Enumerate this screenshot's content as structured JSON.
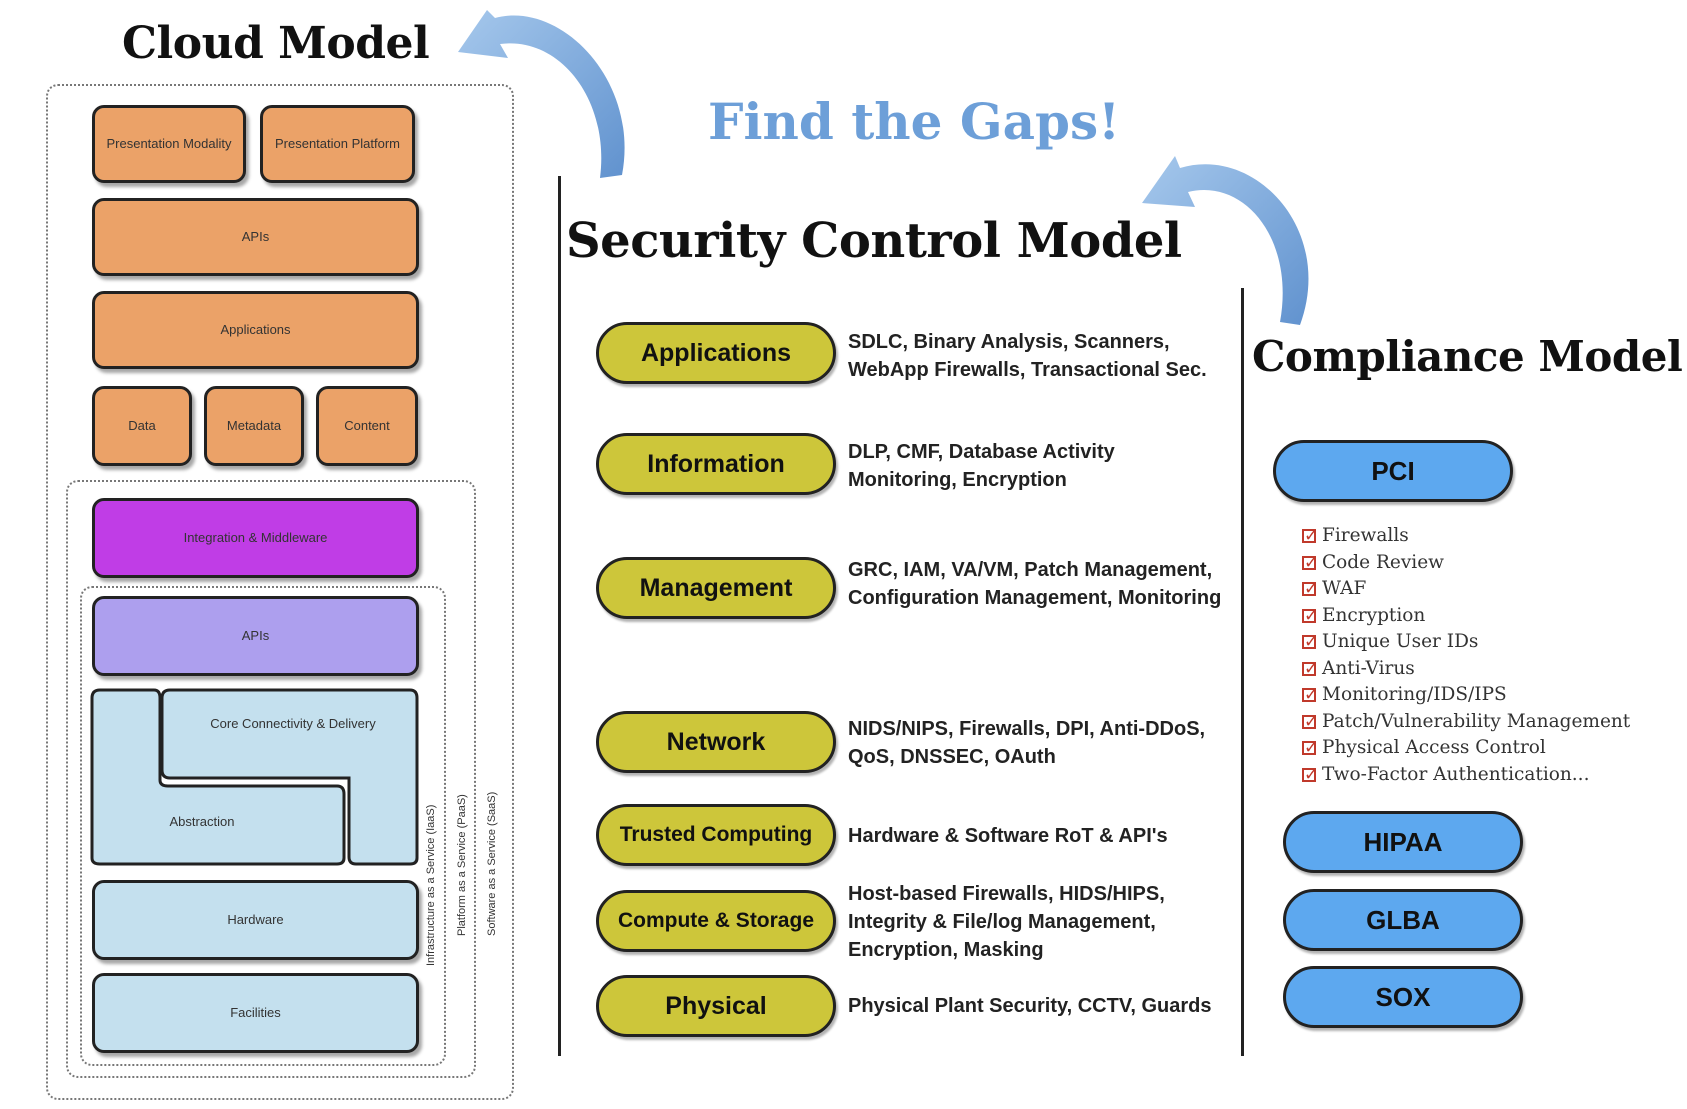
{
  "cloud_model": {
    "title": "Cloud Model",
    "blocks": {
      "presentation_modality": "Presentation Modality",
      "presentation_platform": "Presentation Platform",
      "apis_top": "APIs",
      "applications": "Applications",
      "data": "Data",
      "metadata": "Metadata",
      "content": "Content",
      "integration_middleware": "Integration & Middleware",
      "apis_mid": "APIs",
      "core_connectivity": "Core Connectivity & Delivery",
      "abstraction": "Abstraction",
      "hardware": "Hardware",
      "facilities": "Facilities"
    },
    "service_labels": {
      "iaas": "Infrastructure as a Service (IaaS)",
      "paas": "Platform as a Service (PaaS)",
      "saas": "Software as a Service (SaaS)"
    }
  },
  "find_gaps": "Find the Gaps!",
  "security_control_model": {
    "title": "Security Control Model",
    "rows": [
      {
        "label": "Applications",
        "desc_lines": [
          "SDLC, Binary Analysis, Scanners,",
          "WebApp Firewalls, Transactional Sec."
        ]
      },
      {
        "label": "Information",
        "desc_lines": [
          "DLP, CMF, Database Activity",
          "Monitoring, Encryption"
        ]
      },
      {
        "label": "Management",
        "desc_lines": [
          "GRC, IAM, VA/VM, Patch Management,",
          "Configuration Management, Monitoring"
        ]
      },
      {
        "label": "Network",
        "desc_lines": [
          "NIDS/NIPS, Firewalls, DPI, Anti-DDoS,",
          "QoS, DNSSEC, OAuth"
        ]
      },
      {
        "label": "Trusted Computing",
        "desc_lines": [
          "Hardware & Software RoT & API's"
        ]
      },
      {
        "label": "Compute & Storage",
        "desc_lines": [
          "Host-based Firewalls, HIDS/HIPS,",
          "Integrity & File/log Management,",
          "Encryption, Masking"
        ]
      },
      {
        "label": "Physical",
        "desc_lines": [
          "Physical Plant Security, CCTV, Guards"
        ]
      }
    ]
  },
  "compliance_model": {
    "title": "Compliance Model",
    "pci": "PCI",
    "pci_checklist": [
      "Firewalls",
      "Code Review",
      "WAF",
      "Encryption",
      "Unique User IDs",
      "Anti-Virus",
      "Monitoring/IDS/IPS",
      "Patch/Vulnerability Management",
      "Physical Access Control",
      "Two-Factor Authentication..."
    ],
    "others": [
      "HIPAA",
      "GLBA",
      "SOX"
    ]
  },
  "colors": {
    "orange": "#eba268",
    "purple": "#c03de6",
    "lavender": "#ad9fee",
    "light_blue": "#c4e0ee",
    "olive_pill": "#cdc63a",
    "blue_pill": "#5da8ef",
    "arrow_blue": "#6d9fd8"
  }
}
